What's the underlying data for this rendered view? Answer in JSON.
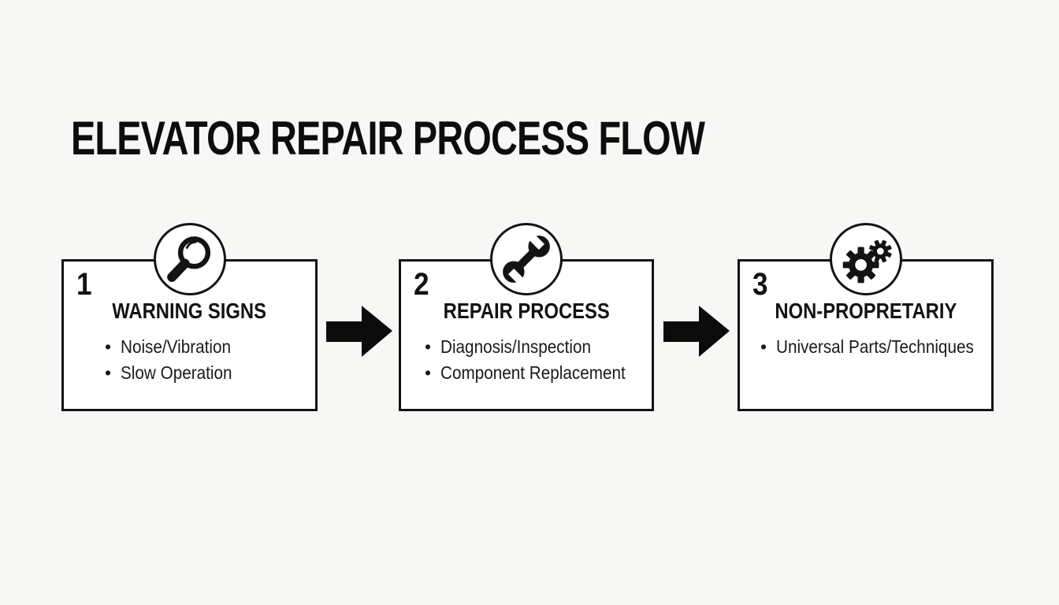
{
  "page_title": "ELEVATOR REPAIR PROCESS FLOW",
  "bullet_char": "•",
  "steps": [
    {
      "number": "1",
      "icon": "magnifier-icon",
      "title": "WARNING SIGNS",
      "bullets": [
        "Noise/Vibration",
        "Slow Operation"
      ]
    },
    {
      "number": "2",
      "icon": "wrench-icon",
      "title": "REPAIR PROCESS",
      "bullets": [
        "Diagnosis/Inspection",
        "Component Replacement"
      ]
    },
    {
      "number": "3",
      "icon": "gears-icon",
      "title": "NON-PROPRETARIY",
      "bullets": [
        "Universal Parts/Techniques"
      ]
    }
  ],
  "colors": {
    "background": "#f7f7f5",
    "box_fill": "#ffffff",
    "outline": "#131313",
    "arrow": "#0b0b0b",
    "text": "#141414"
  }
}
